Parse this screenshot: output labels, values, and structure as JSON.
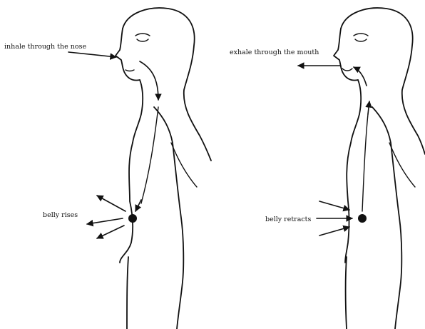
{
  "figure": {
    "inhale_panel": {
      "nose_label": "inhale through the nose",
      "belly_label": "belly rises"
    },
    "exhale_panel": {
      "mouth_label": "exhale through the mouth",
      "belly_label": "belly retracts"
    }
  },
  "colors": {
    "ink": "#111111",
    "background": "#ffffff"
  }
}
